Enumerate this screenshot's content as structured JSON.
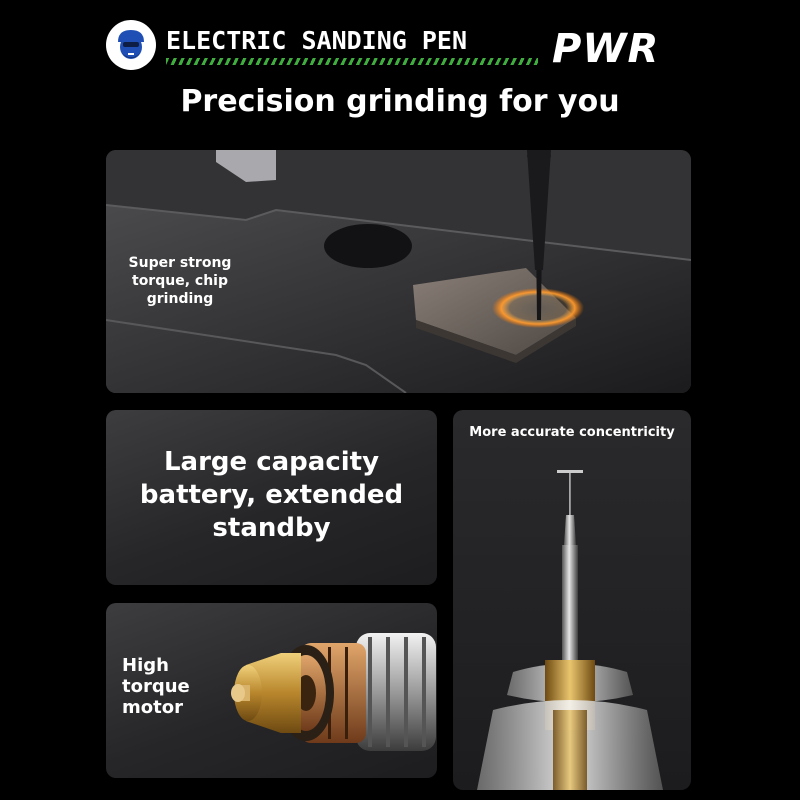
{
  "header": {
    "logo_icon": "mascot-face-icon",
    "brand_name": "ELECTRIC SANDING PEN",
    "model": "PWR",
    "stripe_color": "#3fae3f"
  },
  "headline": "Precision grinding for you",
  "features": [
    {
      "label": "Super strong torque, chip grinding"
    },
    {
      "label": "Large capacity battery, extended standby"
    },
    {
      "label": "High torque motor"
    },
    {
      "label": "More accurate concentricity"
    }
  ],
  "colors": {
    "background": "#000000",
    "panel": "#2a2a2c",
    "accent_glow": "#ff9a2e",
    "brass": "#c9a04a"
  }
}
